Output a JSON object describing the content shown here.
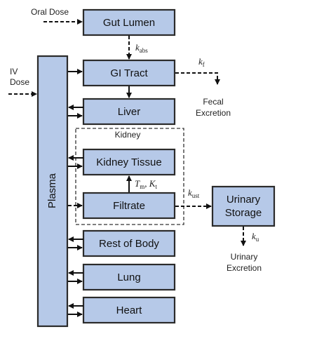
{
  "compartments": {
    "gut_lumen": "Gut Lumen",
    "gi_tract": "GI Tract",
    "liver": "Liver",
    "kidney_tissue": "Kidney Tissue",
    "filtrate": "Filtrate",
    "rest_of_body": "Rest of Body",
    "lung": "Lung",
    "heart": "Heart",
    "plasma": "Plasma",
    "urinary_storage_line1": "Urinary",
    "urinary_storage_line2": "Storage"
  },
  "kidney_region_label": "Kidney",
  "inputs": {
    "oral_dose": "Oral Dose",
    "iv_dose_line1": "IV",
    "iv_dose_line2": "Dose"
  },
  "outputs": {
    "fecal_line1": "Fecal",
    "fecal_line2": "Excretion",
    "urinary_line1": "Urinary",
    "urinary_line2": "Excretion"
  },
  "rate_constants": {
    "k_abs": {
      "symbol": "k",
      "sub": "abs"
    },
    "k_f": {
      "symbol": "k",
      "sub": "f"
    },
    "tm_kt": {
      "t_symbol": "T",
      "t_sub": "m",
      "separator": ", ",
      "k_symbol": "K",
      "k_sub": "t"
    },
    "k_ust": {
      "symbol": "k",
      "sub": "ust"
    },
    "k_u": {
      "symbol": "k",
      "sub": "u"
    }
  },
  "colors": {
    "box_fill": "#b6c9e8",
    "stroke": "#2b2b2b"
  }
}
